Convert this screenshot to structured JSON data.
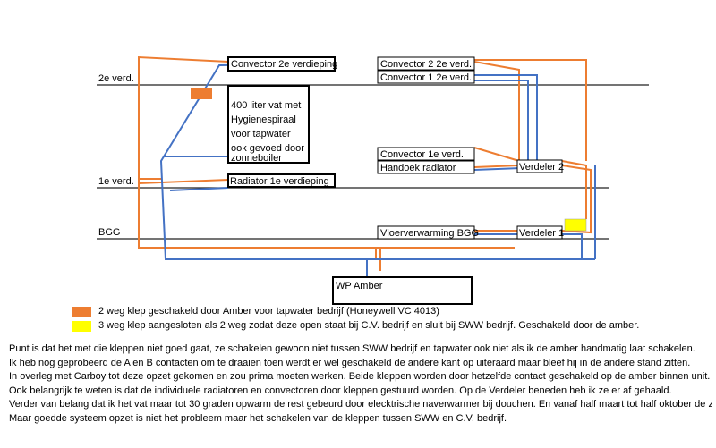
{
  "floors": {
    "second": "2e verd.",
    "first": "1e verd.",
    "ground": "BGG"
  },
  "components": {
    "convector_2e_verdieping": "Convector 2e verdieping",
    "convector_2_2e": "Convector 2 2e verd.",
    "convector_1_2e": "Convector 1 2e verd.",
    "vat_lines": [
      "400 liter vat met",
      "Hygienespiraal",
      "voor tapwater",
      "ook gevoed door",
      "zonneboiler"
    ],
    "convector_1e": "Convector 1e verd.",
    "handdoek_radiator": "Handoek radiator",
    "verdeler_2": "Verdeler 2",
    "radiator_1e": "Radiator 1e verdieping",
    "vloerverwarming": "Vloerverwarming BGG",
    "verdeler_1": "Verdeler 1",
    "wp_amber": "WP Amber"
  },
  "colors": {
    "orange_valve": "#ed7d31",
    "yellow_valve": "#ffff00",
    "orange_pipe": "#ed7d31",
    "blue_pipe": "#4472c4"
  },
  "legend": [
    {
      "color": "#ed7d31",
      "text": "2 weg klep geschakeld door Amber voor tapwater bedrijf (Honeywell VC 4013)"
    },
    {
      "color": "#ffff00",
      "text": "3 weg klep aangesloten als 2 weg zodat deze open staat bij C.V. bedrijf en sluit bij SWW bedrijf. Geschakeld door de amber."
    }
  ],
  "notes": [
    "Punt is dat het met die kleppen niet goed gaat, ze schakelen gewoon niet tussen SWW bedrijf en tapwater ook niet als ik de amber handmatig laat schakelen.",
    "Ik heb nog geprobeerd de A en B contacten om te draaien toen werdt er wel geschakeld de andere kant op uiteraard maar bleef hij in de andere stand zitten.",
    "In overleg met Carboy tot deze opzet gekomen en zou prima moeten werken. Beide kleppen worden door hetzelfde contact geschakeld op de amber binnen unit.",
    "Ook belangrijk te weten is dat de individuele radiatoren en convectoren door kleppen gestuurd worden. Op de Verdeler beneden heb ik ze er af gehaald.",
    "Verder van belang dat ik het vat maar tot 30 graden opwarm de rest gebeurd door elecktrische naverwarmer bij douchen. En vanaf half maart tot half oktober de zonneboiler",
    "Maar goedde systeem opzet is niet het probleem maar het schakelen van de kleppen tussen SWW en C.V. bedrijf."
  ]
}
